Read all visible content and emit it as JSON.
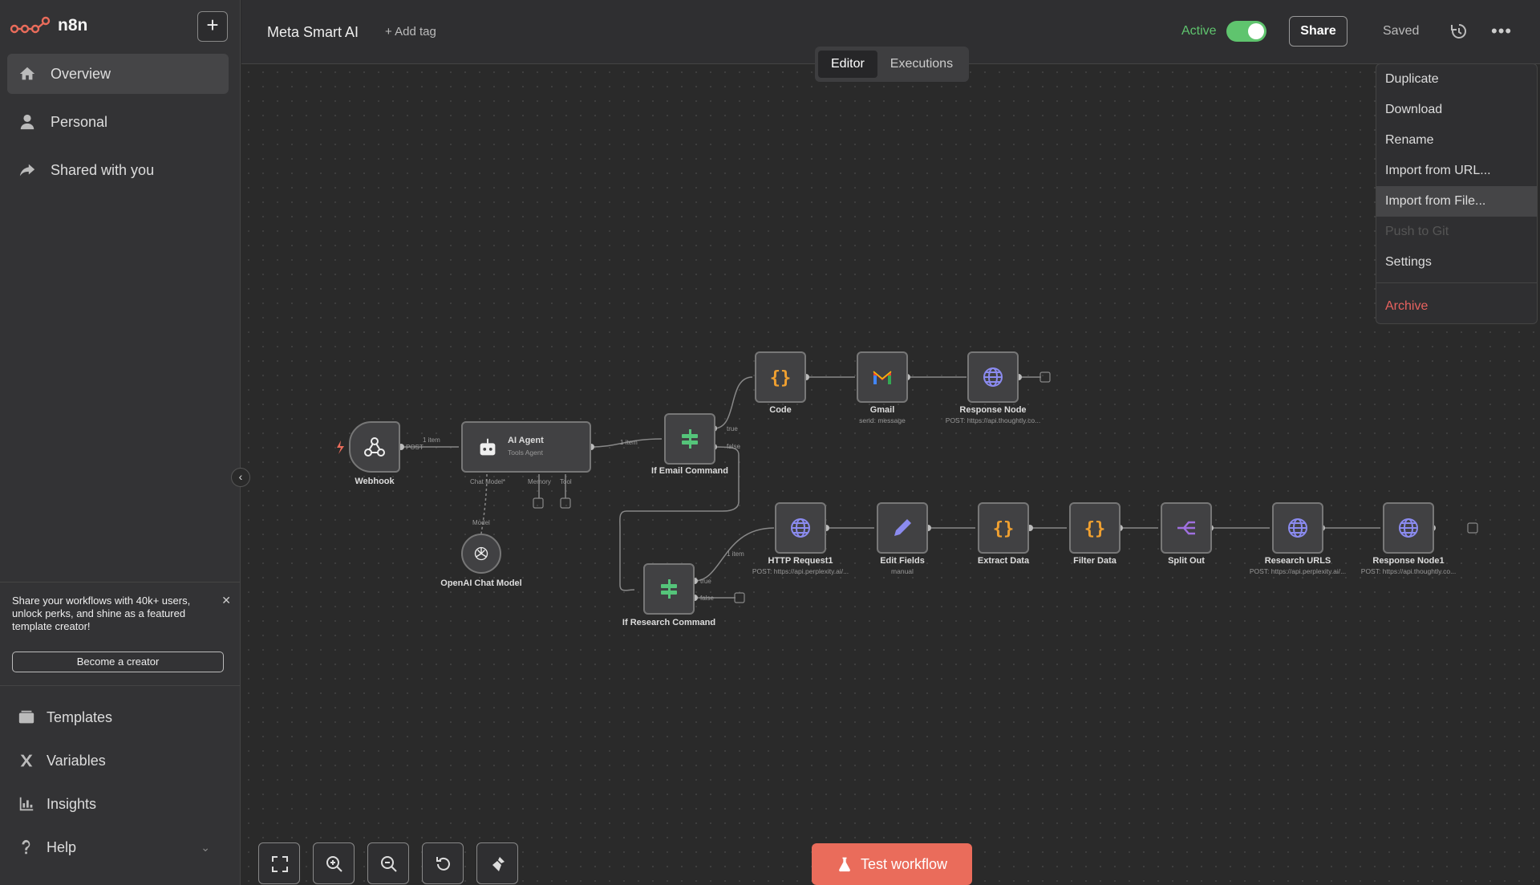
{
  "app": {
    "name": "n8n"
  },
  "sidebar": {
    "items": [
      {
        "label": "Overview",
        "icon": "home-icon"
      },
      {
        "label": "Personal",
        "icon": "user-icon"
      },
      {
        "label": "Shared with you",
        "icon": "share-icon"
      }
    ],
    "promo": {
      "text": "Share your workflows with 40k+ users, unlock perks, and shine as a featured template creator!",
      "button": "Become a creator"
    },
    "bottom": [
      {
        "label": "Templates",
        "icon": "templates-icon"
      },
      {
        "label": "Variables",
        "icon": "variables-icon"
      },
      {
        "label": "Insights",
        "icon": "chart-icon"
      },
      {
        "label": "Help",
        "icon": "help-icon"
      }
    ]
  },
  "header": {
    "workflow_name": "Meta Smart AI",
    "add_tag": "+ Add tag",
    "active_label": "Active",
    "active": true,
    "share": "Share",
    "saved": "Saved",
    "tabs": [
      "Editor",
      "Executions"
    ],
    "selected_tab": "Editor"
  },
  "menu": {
    "items": [
      "Duplicate",
      "Download",
      "Rename",
      "Import from URL...",
      "Import from File...",
      "Push to Git",
      "Settings",
      "Archive"
    ],
    "highlighted": "Import from File...",
    "disabled": "Push to Git",
    "danger": "Archive"
  },
  "nodes": {
    "webhook": {
      "label": "Webhook",
      "edge": "POST"
    },
    "agent": {
      "label": "AI Agent",
      "sub": "Tools Agent",
      "ports": [
        "Chat Model*",
        "Memory",
        "Tool"
      ]
    },
    "openai": {
      "label": "OpenAI Chat Model",
      "port": "Model"
    },
    "if_email": {
      "label": "If Email Command",
      "true": "true",
      "false": "false"
    },
    "code": {
      "label": "Code"
    },
    "gmail": {
      "label": "Gmail",
      "sub": "send: message"
    },
    "response": {
      "label": "Response Node",
      "sub": "POST: https://api.thoughtly.co..."
    },
    "if_research": {
      "label": "If Research Command",
      "true": "true",
      "false": "false"
    },
    "http1": {
      "label": "HTTP Request1",
      "sub": "POST: https://api.perplexity.ai/..."
    },
    "edit": {
      "label": "Edit Fields",
      "sub": "manual"
    },
    "extract": {
      "label": "Extract Data"
    },
    "filter": {
      "label": "Filter Data"
    },
    "split": {
      "label": "Split Out"
    },
    "research": {
      "label": "Research URLS",
      "sub": "POST: https://api.perplexity.ai/..."
    },
    "response1": {
      "label": "Response Node1",
      "sub": "POST: https://api.thoughtly.co..."
    }
  },
  "edge_labels": {
    "e1": "1 item",
    "e2": "1 item",
    "e3": "1 item"
  },
  "footer": {
    "test_button": "Test workflow"
  },
  "colors": {
    "accent": "#ea6c5b",
    "active": "#5fc46e",
    "danger": "#e8625f"
  }
}
